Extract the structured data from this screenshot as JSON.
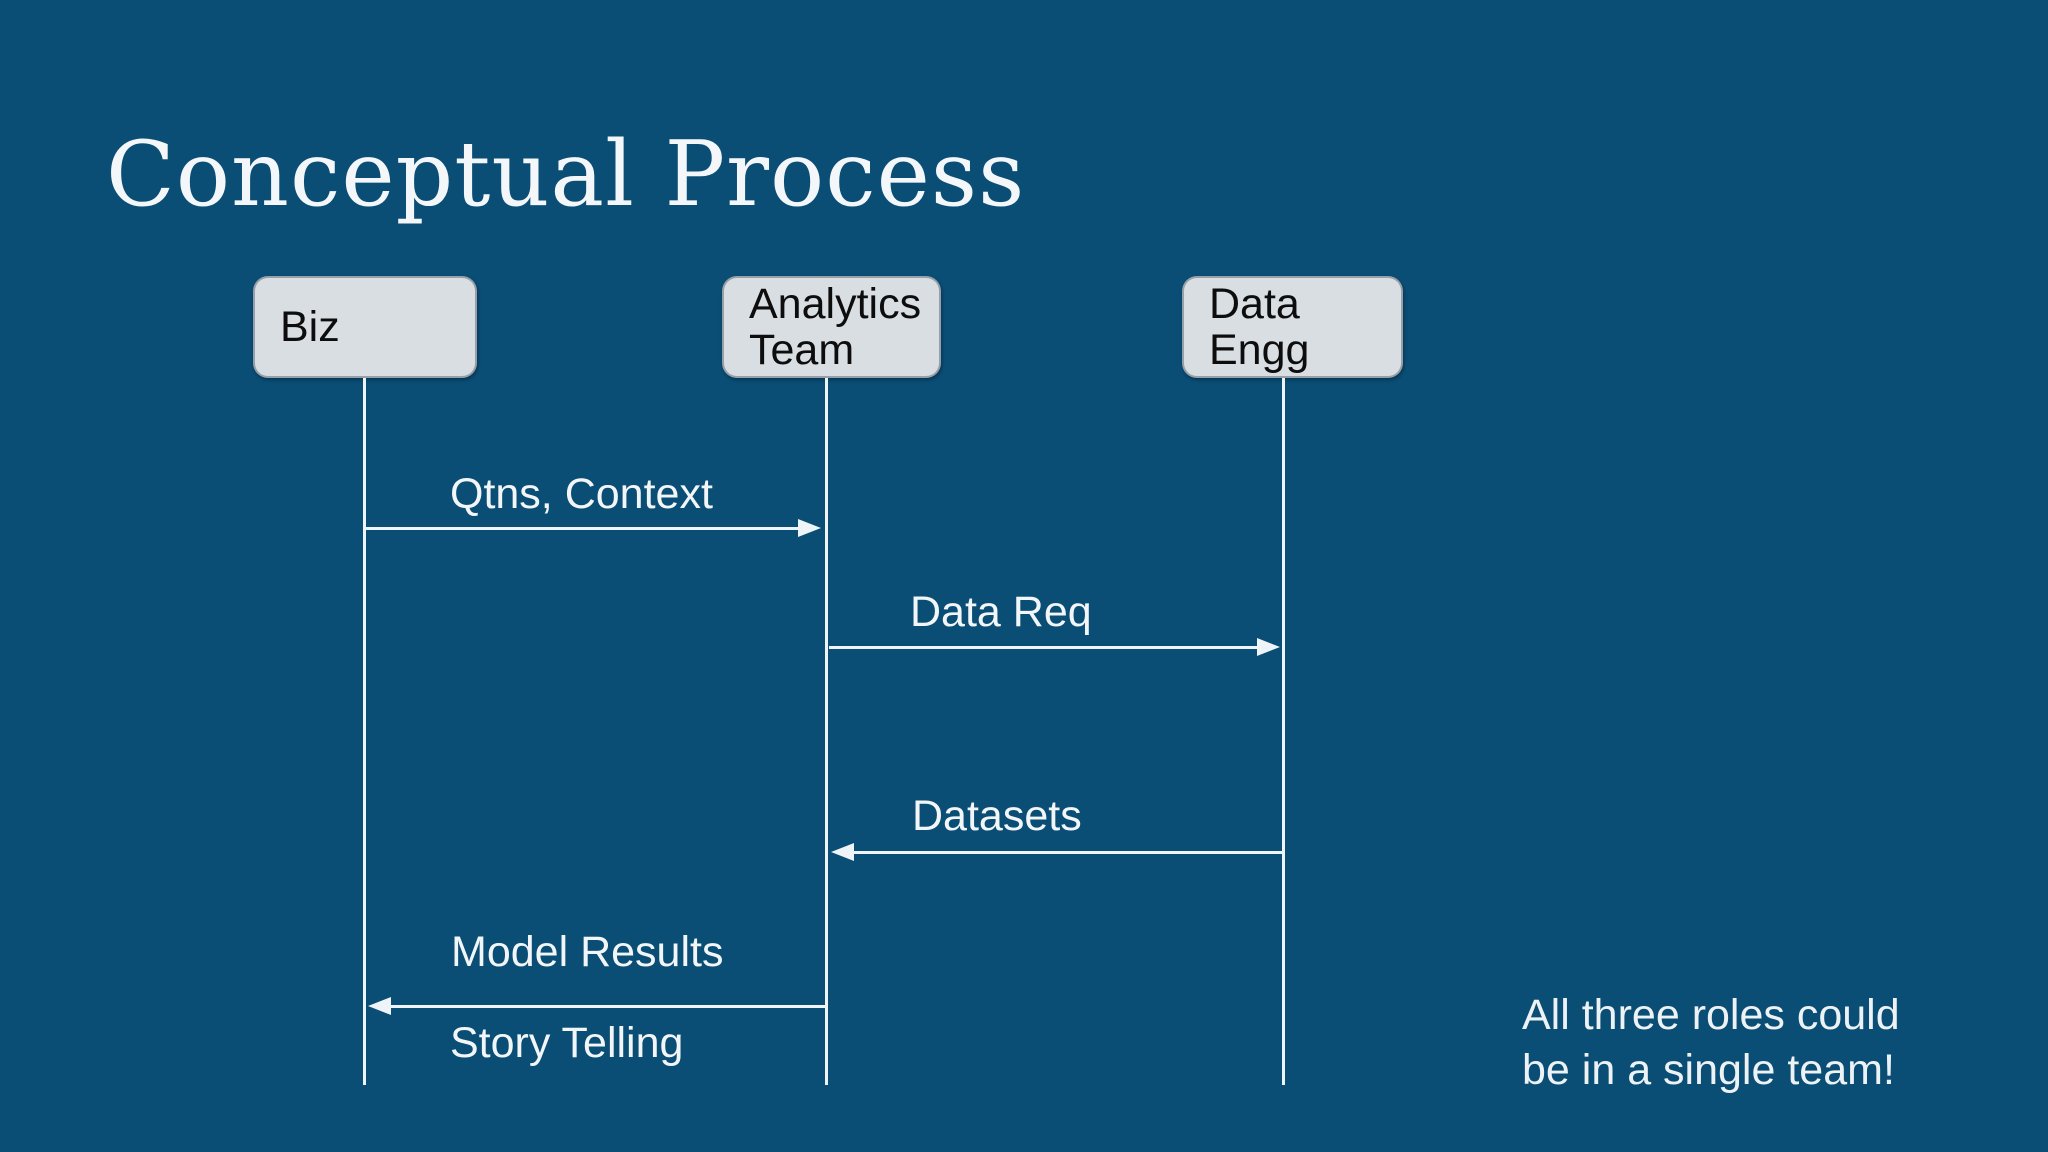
{
  "title": "Conceptual Process",
  "actors": {
    "biz": {
      "label": "Biz"
    },
    "analytics_team": {
      "line1": "Analytics",
      "line2": "Team"
    },
    "data_engg": {
      "line1": "Data",
      "line2": "Engg"
    }
  },
  "messages": {
    "qtns_context": {
      "label": "Qtns, Context",
      "from": "Biz",
      "to": "Analytics Team",
      "direction": "right"
    },
    "data_req": {
      "label": "Data Req",
      "from": "Analytics Team",
      "to": "Data Engg",
      "direction": "right"
    },
    "datasets": {
      "label": "Datasets",
      "from": "Data Engg",
      "to": "Analytics Team",
      "direction": "left"
    },
    "model_results": {
      "label": "Model Results",
      "from": "Analytics Team",
      "to": "Biz",
      "direction": "left"
    },
    "story_telling": {
      "label": "Story Telling",
      "from": "Analytics Team",
      "to": "Biz",
      "direction": "left"
    }
  },
  "note": {
    "line1": "All three roles could",
    "line2": "be in a single team!"
  },
  "colors": {
    "background": "#0a4d75",
    "actor_fill": "#d9dee3",
    "actor_text": "#0d0d0d",
    "line": "#eef4f7",
    "title_text": "#f4f7f9",
    "label_text": "#f2f6f8",
    "note_text": "#edf2f5"
  }
}
